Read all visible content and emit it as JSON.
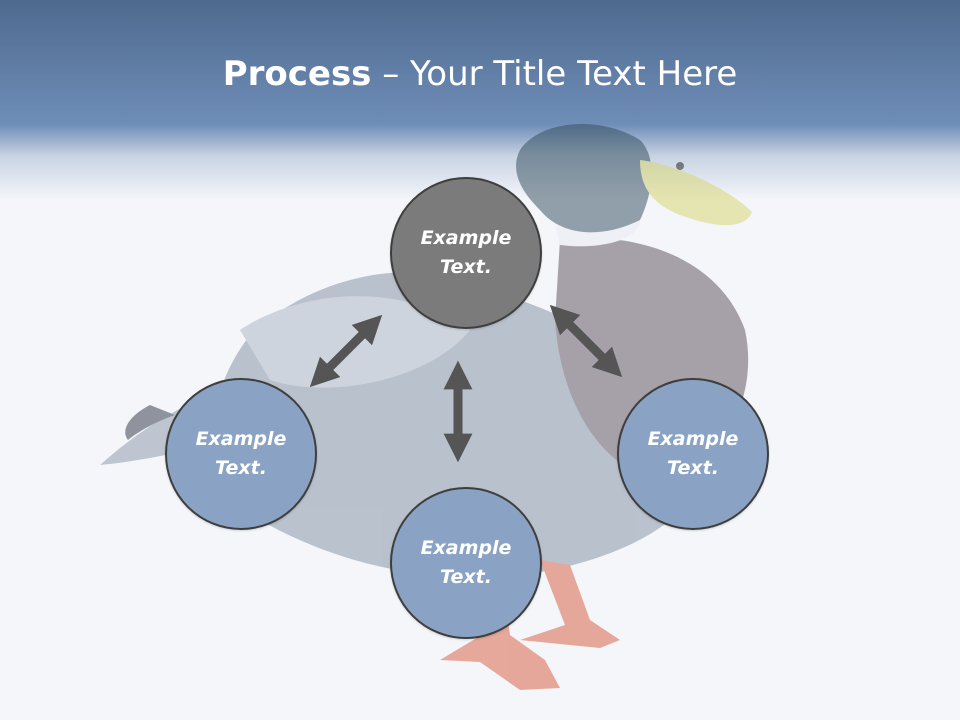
{
  "title": {
    "bold": "Process",
    "rest": " – Your Title Text Here"
  },
  "nodes": {
    "top": "Example Text.",
    "left": "Example Text.",
    "right": "Example Text.",
    "bottom": "Example Text."
  },
  "colors": {
    "header": "#6e8db7",
    "node_gray": "#7b7b7b",
    "node_blue": "#8aa2c3",
    "arrow": "#555555"
  },
  "icons": {
    "background_image": "duck-illustration",
    "connectors": "double-headed-arrow"
  }
}
